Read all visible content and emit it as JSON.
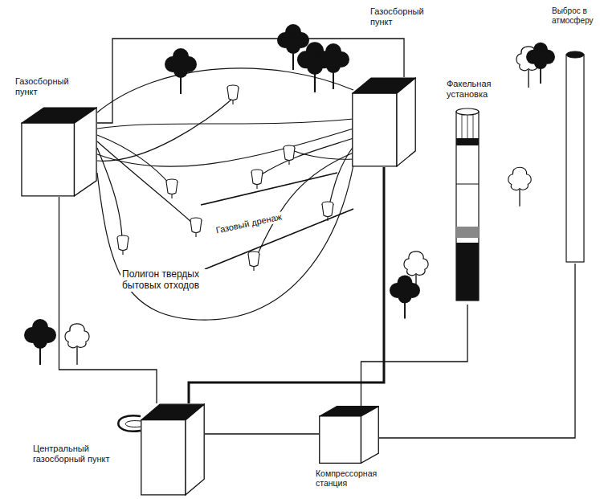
{
  "diagram": {
    "nodes": [
      {
        "text": [
          "Газосборный пункт"
        ]
      },
      {
        "text": [
          "Газосборный пункт"
        ]
      },
      {
        "text": [
          "Факельная установка"
        ]
      },
      {
        "text": [
          "Выброс в атмосферу"
        ]
      },
      {
        "text": [
          "Центральный газосборный пункт"
        ]
      },
      {
        "text": [
          "Компрессорная станция"
        ]
      }
    ],
    "edges": [
      {
        "from": 0,
        "to": 1,
        "arrow": "none"
      },
      {
        "from": 0,
        "to": 4,
        "arrow": "none"
      },
      {
        "from": 1,
        "to": 4,
        "arrow": "none"
      },
      {
        "from": 4,
        "to": 5,
        "arrow": "none"
      },
      {
        "from": 5,
        "to": 2,
        "arrow": "none"
      },
      {
        "from": 5,
        "to": 3,
        "arrow": "none"
      }
    ],
    "labels": [
      "Газовый дренаж",
      "Полигон твердых бытовых отходов"
    ]
  }
}
